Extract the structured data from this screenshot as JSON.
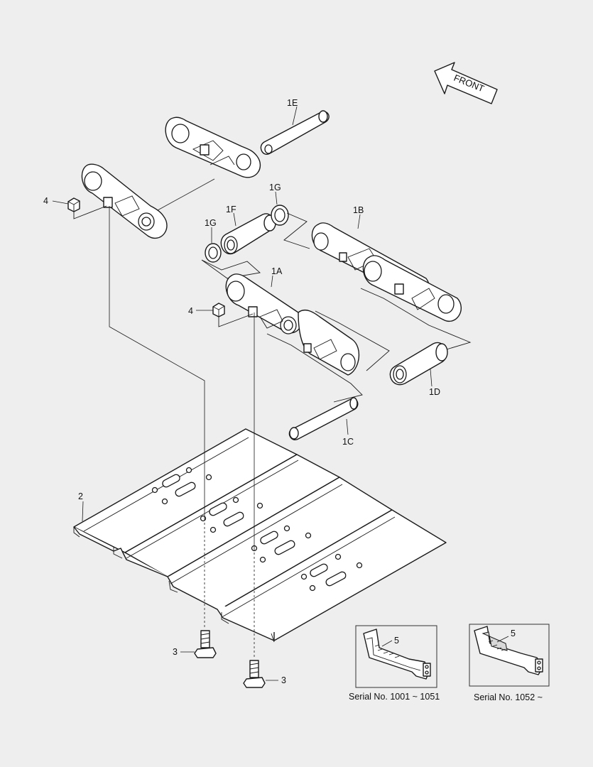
{
  "front_label": "FRONT",
  "labels": {
    "p1A": "1A",
    "p1B": "1B",
    "p1C": "1C",
    "p1D": "1D",
    "p1E": "1E",
    "p1F": "1F",
    "p1G_a": "1G",
    "p1G_b": "1G",
    "p2": "2",
    "p3_a": "3",
    "p3_b": "3",
    "p4_a": "4",
    "p4_b": "4",
    "p5_a": "5",
    "p5_b": "5"
  },
  "insets": [
    {
      "caption": "Serial No. 1001 ~ 1051"
    },
    {
      "caption": "Serial No. 1052 ~"
    }
  ]
}
